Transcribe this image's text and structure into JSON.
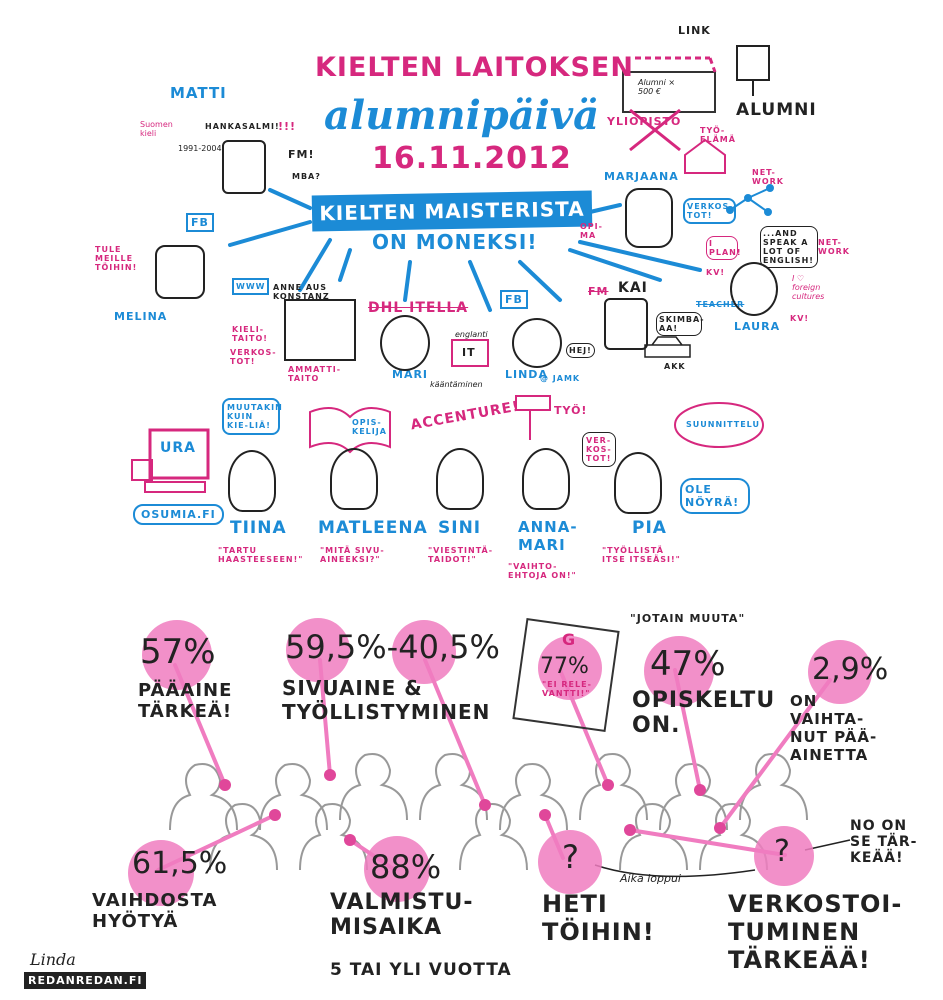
{
  "title": {
    "line1": "KIELTEN LAITOKSEN",
    "line2": "alumnipäivä",
    "date": "16.11.2012"
  },
  "banner": {
    "line1": "KIELTEN MAISTERISTA",
    "line2": "ON MONEKSI!"
  },
  "alumni": {
    "link": "LINK",
    "sign": "Alumni ×\n500 €",
    "label": "ALUMNI",
    "yliopisto": "YLIOPISTO",
    "tyoelama": "TYÖ-\nELÄMÄ"
  },
  "people": {
    "matti": {
      "name": "MATTI",
      "notes": [
        "Suomen kieli",
        "1991-2004",
        "HANKASALMI!",
        "!!!",
        "FM!",
        "MBA?"
      ]
    },
    "melina": {
      "name": "MELINA",
      "tule": "TULE MEILLE TÖIHIN!",
      "fb": "FB",
      "www": "WWW"
    },
    "anne": {
      "name": "ANNE AUS KONSTANZ",
      "notes": [
        "KIELI-TAITO!",
        "VERKOS-TOT!",
        "AMMATTI-TAITO"
      ]
    },
    "mari": {
      "name": "MARI",
      "company": "DHL ITELLA",
      "notes": [
        "englanti",
        "IT",
        "kääntäminen"
      ]
    },
    "linda": {
      "name": "LINDA",
      "at": "@ JAMK",
      "fb": "FB",
      "hej": "HEJ!"
    },
    "kai": {
      "name": "KAI",
      "fm": "FM",
      "skimba": "SKIMBA-AA!",
      "akk": "AKK"
    },
    "marjaana": {
      "name": "MARJAANA",
      "notes": [
        "VERKOS-TOT!",
        "NET-WORK",
        "OPI-MA"
      ]
    },
    "laura": {
      "name": "LAURA",
      "notes": [
        "I PLAN!",
        "...AND SPEAK A LOT OF ENGLISH!",
        "NET-WORK",
        "KV!",
        "TEACHER",
        "I ♡ foreign cultures",
        "KV!"
      ]
    }
  },
  "row2": {
    "ura": "URA",
    "osumia": "OSUMIA.FI",
    "muutakin": "MUUTAKIN KUIN KIE-LIÄ!",
    "opiskelija": "OPIS-KELIJA",
    "accenture": "ACCENTURE!",
    "tyo": "TYÖ!",
    "verkostot": "VER-KOS-TOT!",
    "suunnittelu": "SUUNNITTELU",
    "ole": "OLE NÖYRÄ!",
    "persons": [
      {
        "name": "TIINA",
        "quote": "\"TARTU HAASTEESEEN!\""
      },
      {
        "name": "MATLEENA",
        "quote": "\"MITÄ SIVU-AINEEKSI?\""
      },
      {
        "name": "SINI",
        "quote": "\"VIESTINTÄ-TAIDOT!\""
      },
      {
        "name": "ANNA-MARI",
        "quote": "\"VAIHTO-EHTOJA ON!\""
      },
      {
        "name": "PIA",
        "quote": "\"TYÖLLISTÄ ITSE ITSEÄSI!\""
      }
    ]
  },
  "stats": [
    {
      "value": "57%",
      "label": "PÄÄAINE TÄRKEÄ!"
    },
    {
      "value": "59,5%-40,5%",
      "label": "SIVUAINE & TYÖLLISTYMINEN"
    },
    {
      "value": "77%",
      "label": "\"EI RELE-VANTTI!\"",
      "book": "G"
    },
    {
      "value": "47%",
      "label": "OPISKELTU ON.",
      "note": "\"JOTAIN MUUTA\""
    },
    {
      "value": "2,9%",
      "label": "ON VAIHTA-NUT PÄÄ-AINETTA"
    },
    {
      "value": "61,5%",
      "label": "VAIHDOSTA HYÖTYÄ"
    },
    {
      "value": "88%",
      "label": "VALMISTU-MISAIKA",
      "sub": "5 TAI YLI VUOTTA"
    },
    {
      "value": "?",
      "label": "HETI TÖIHIN!"
    },
    {
      "value": "?",
      "label": "VERKOSTOI-TUMINEN TÄRKEÄÄ!"
    }
  ],
  "aika": "Aika loppui",
  "noon": "NO ON SE TÄR-KEÄÄ!",
  "signature": {
    "name": "Linda",
    "site": "REDANREDAN.FI"
  }
}
